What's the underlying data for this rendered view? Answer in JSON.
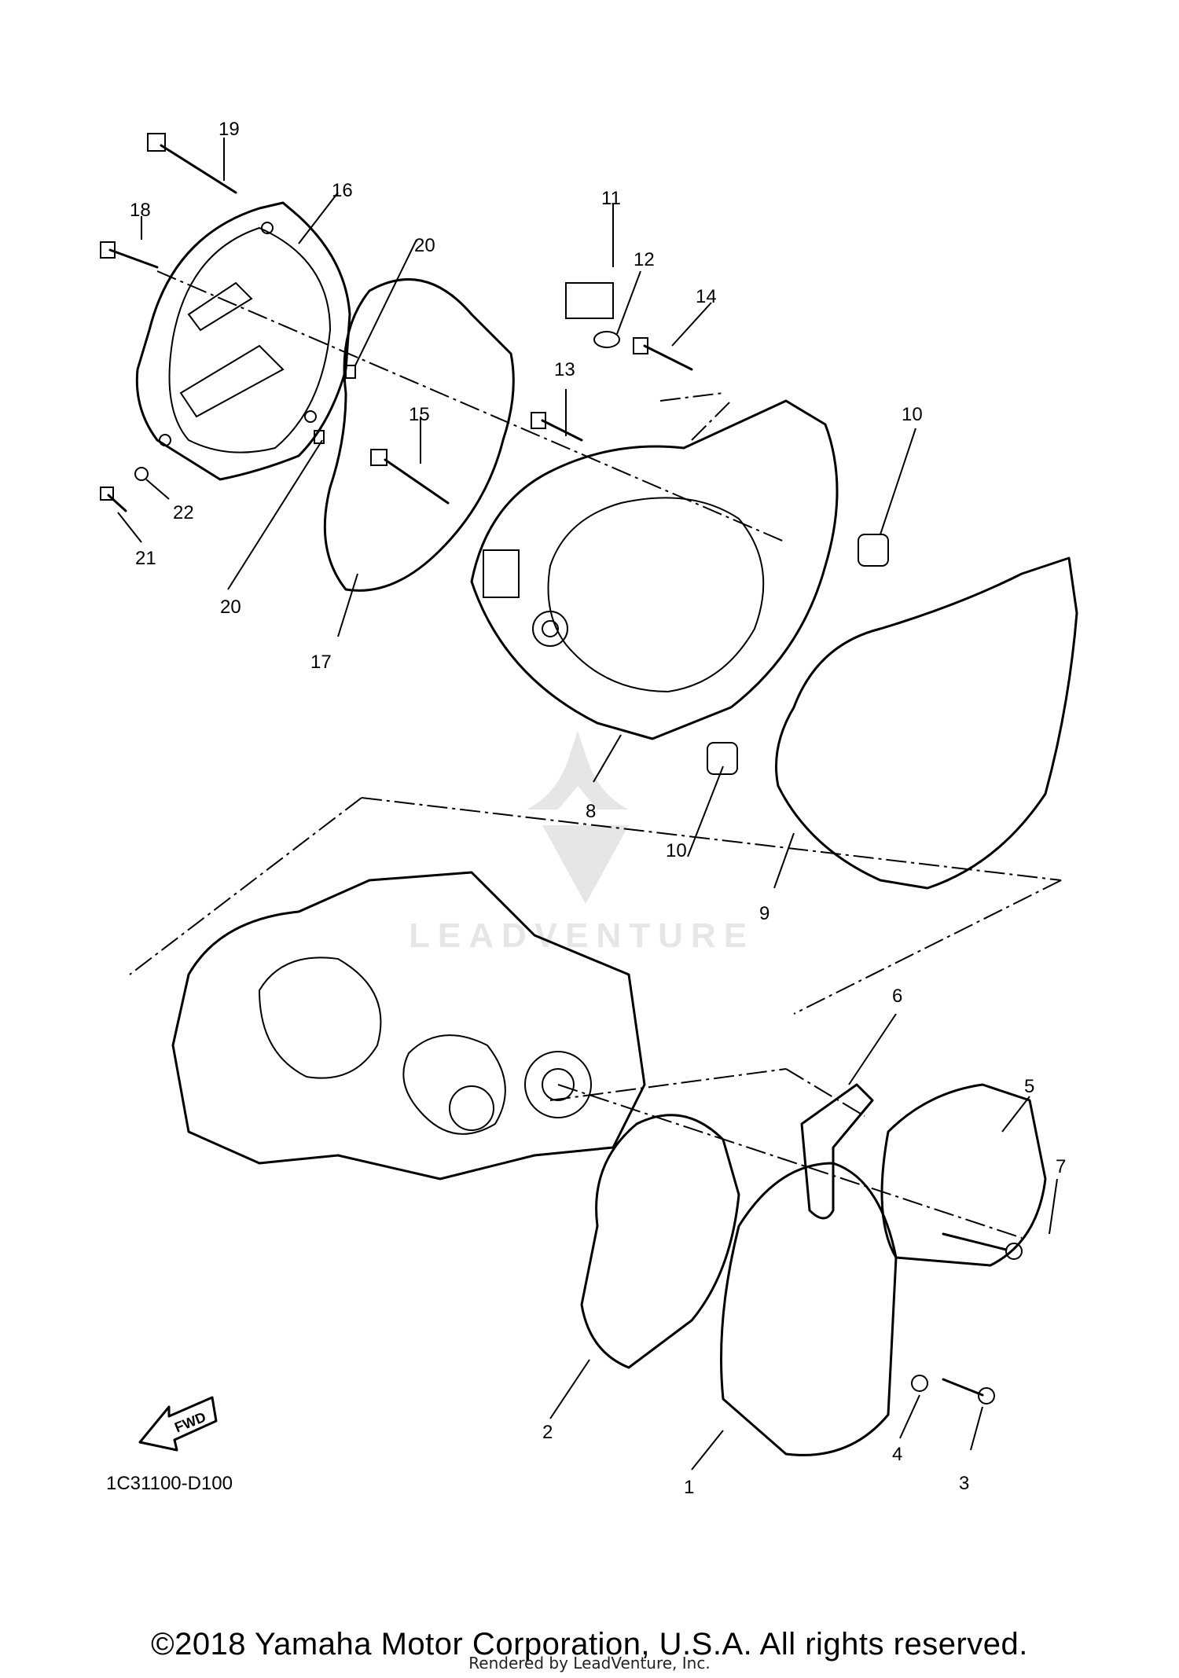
{
  "diagram": {
    "callouts": [
      "1",
      "2",
      "3",
      "4",
      "5",
      "6",
      "7",
      "8",
      "9",
      "10",
      "10",
      "11",
      "12",
      "13",
      "14",
      "15",
      "16",
      "17",
      "18",
      "19",
      "20",
      "20",
      "21",
      "22"
    ],
    "fwd_label": "FWD",
    "part_code": "1C31100-D100",
    "watermark": "LEADVENTURE"
  },
  "footer": {
    "copyright": "©2018 Yamaha Motor Corporation, U.S.A. All rights reserved.",
    "render_credit": "Rendered by LeadVenture, Inc."
  }
}
